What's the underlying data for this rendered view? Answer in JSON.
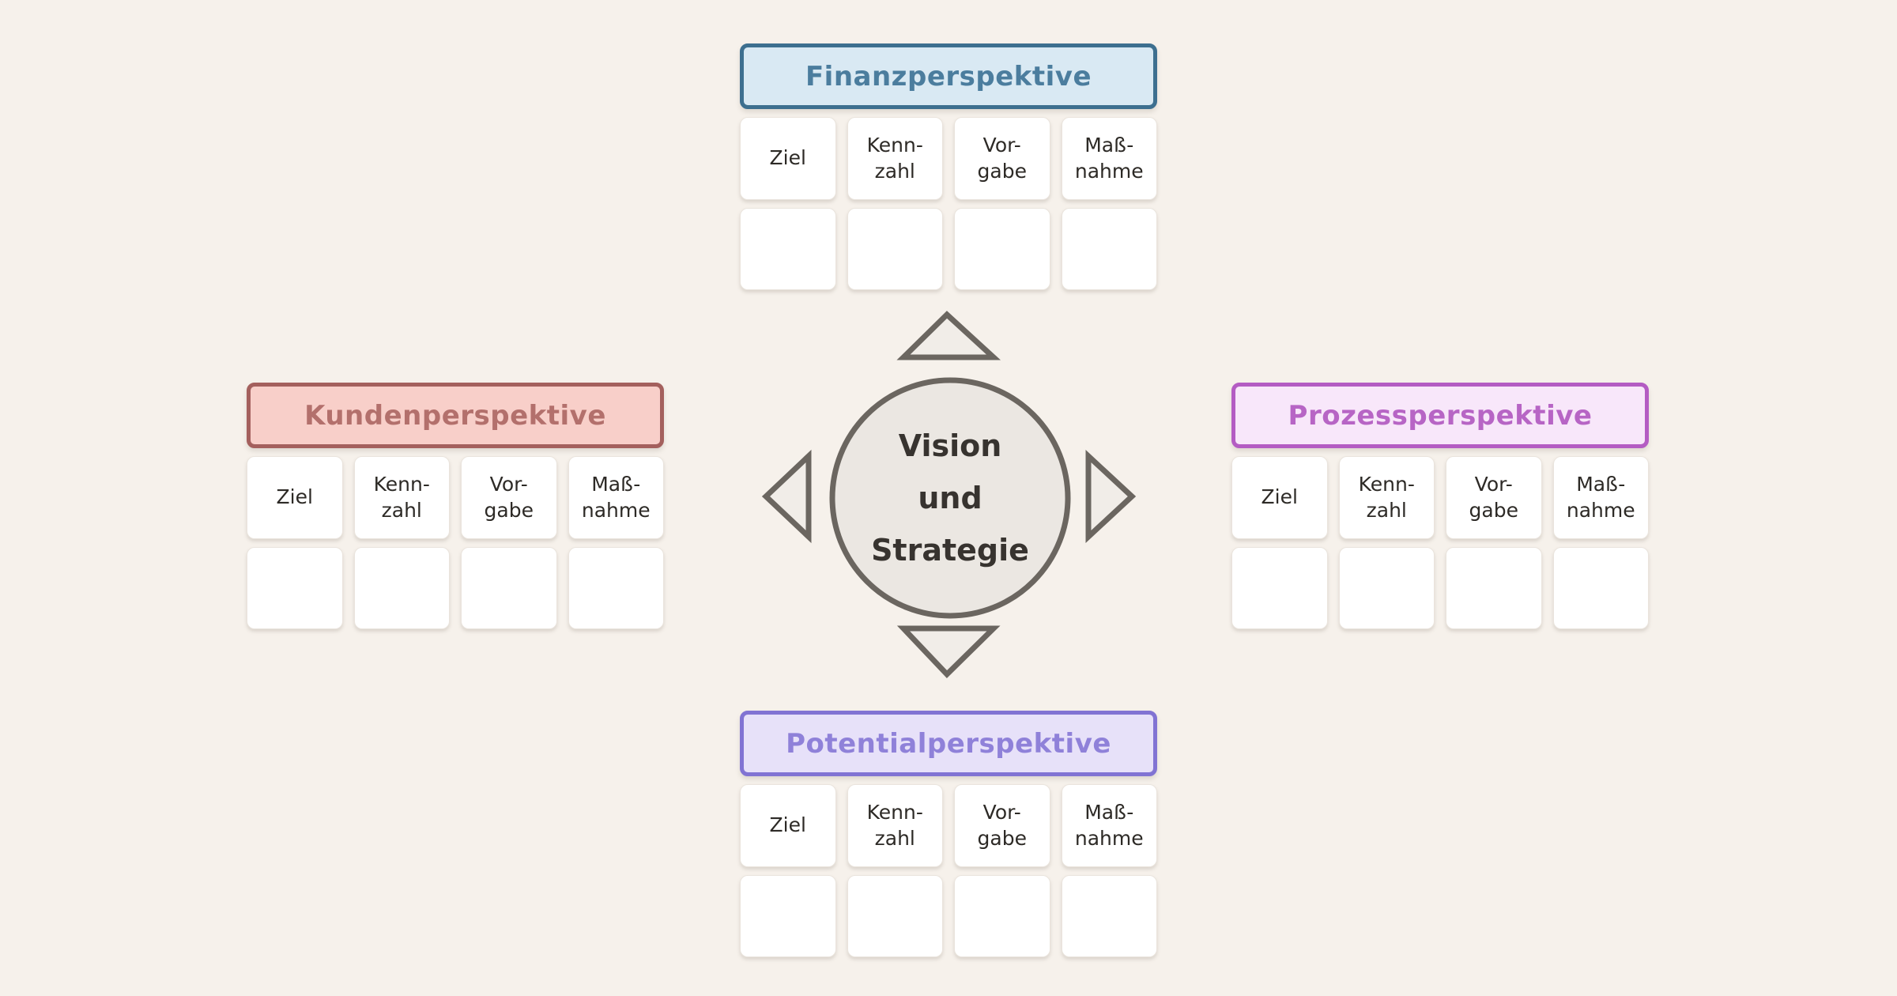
{
  "background_color": "#f6f1eb",
  "columns": [
    "Ziel",
    "Kenn-\nzahl",
    "Vor-\ngabe",
    "Maß-\nnahme"
  ],
  "center": {
    "lines": [
      "Vision",
      "und",
      "Strategie"
    ],
    "circle_fill": "#ebe7e2",
    "stroke_color": "#6b6660",
    "arrow_fill": "#f1ede8",
    "text_color": "#37332f"
  },
  "perspectives": {
    "finanz": {
      "label": "Finanzperspektive",
      "fill": "#d9e9f3",
      "border": "#3d6f8f",
      "text": "#4b7d9e"
    },
    "kunden": {
      "label": "Kundenperspektive",
      "fill": "#f8cfc9",
      "border": "#a4605d",
      "text": "#b3706c"
    },
    "prozess": {
      "label": "Prozessperspektive",
      "fill": "#f8e7fa",
      "border": "#b45cc3",
      "text": "#b765c5"
    },
    "potential": {
      "label": "Potentialperspektive",
      "fill": "#e7e1f9",
      "border": "#8173d3",
      "text": "#8f81d9"
    }
  }
}
